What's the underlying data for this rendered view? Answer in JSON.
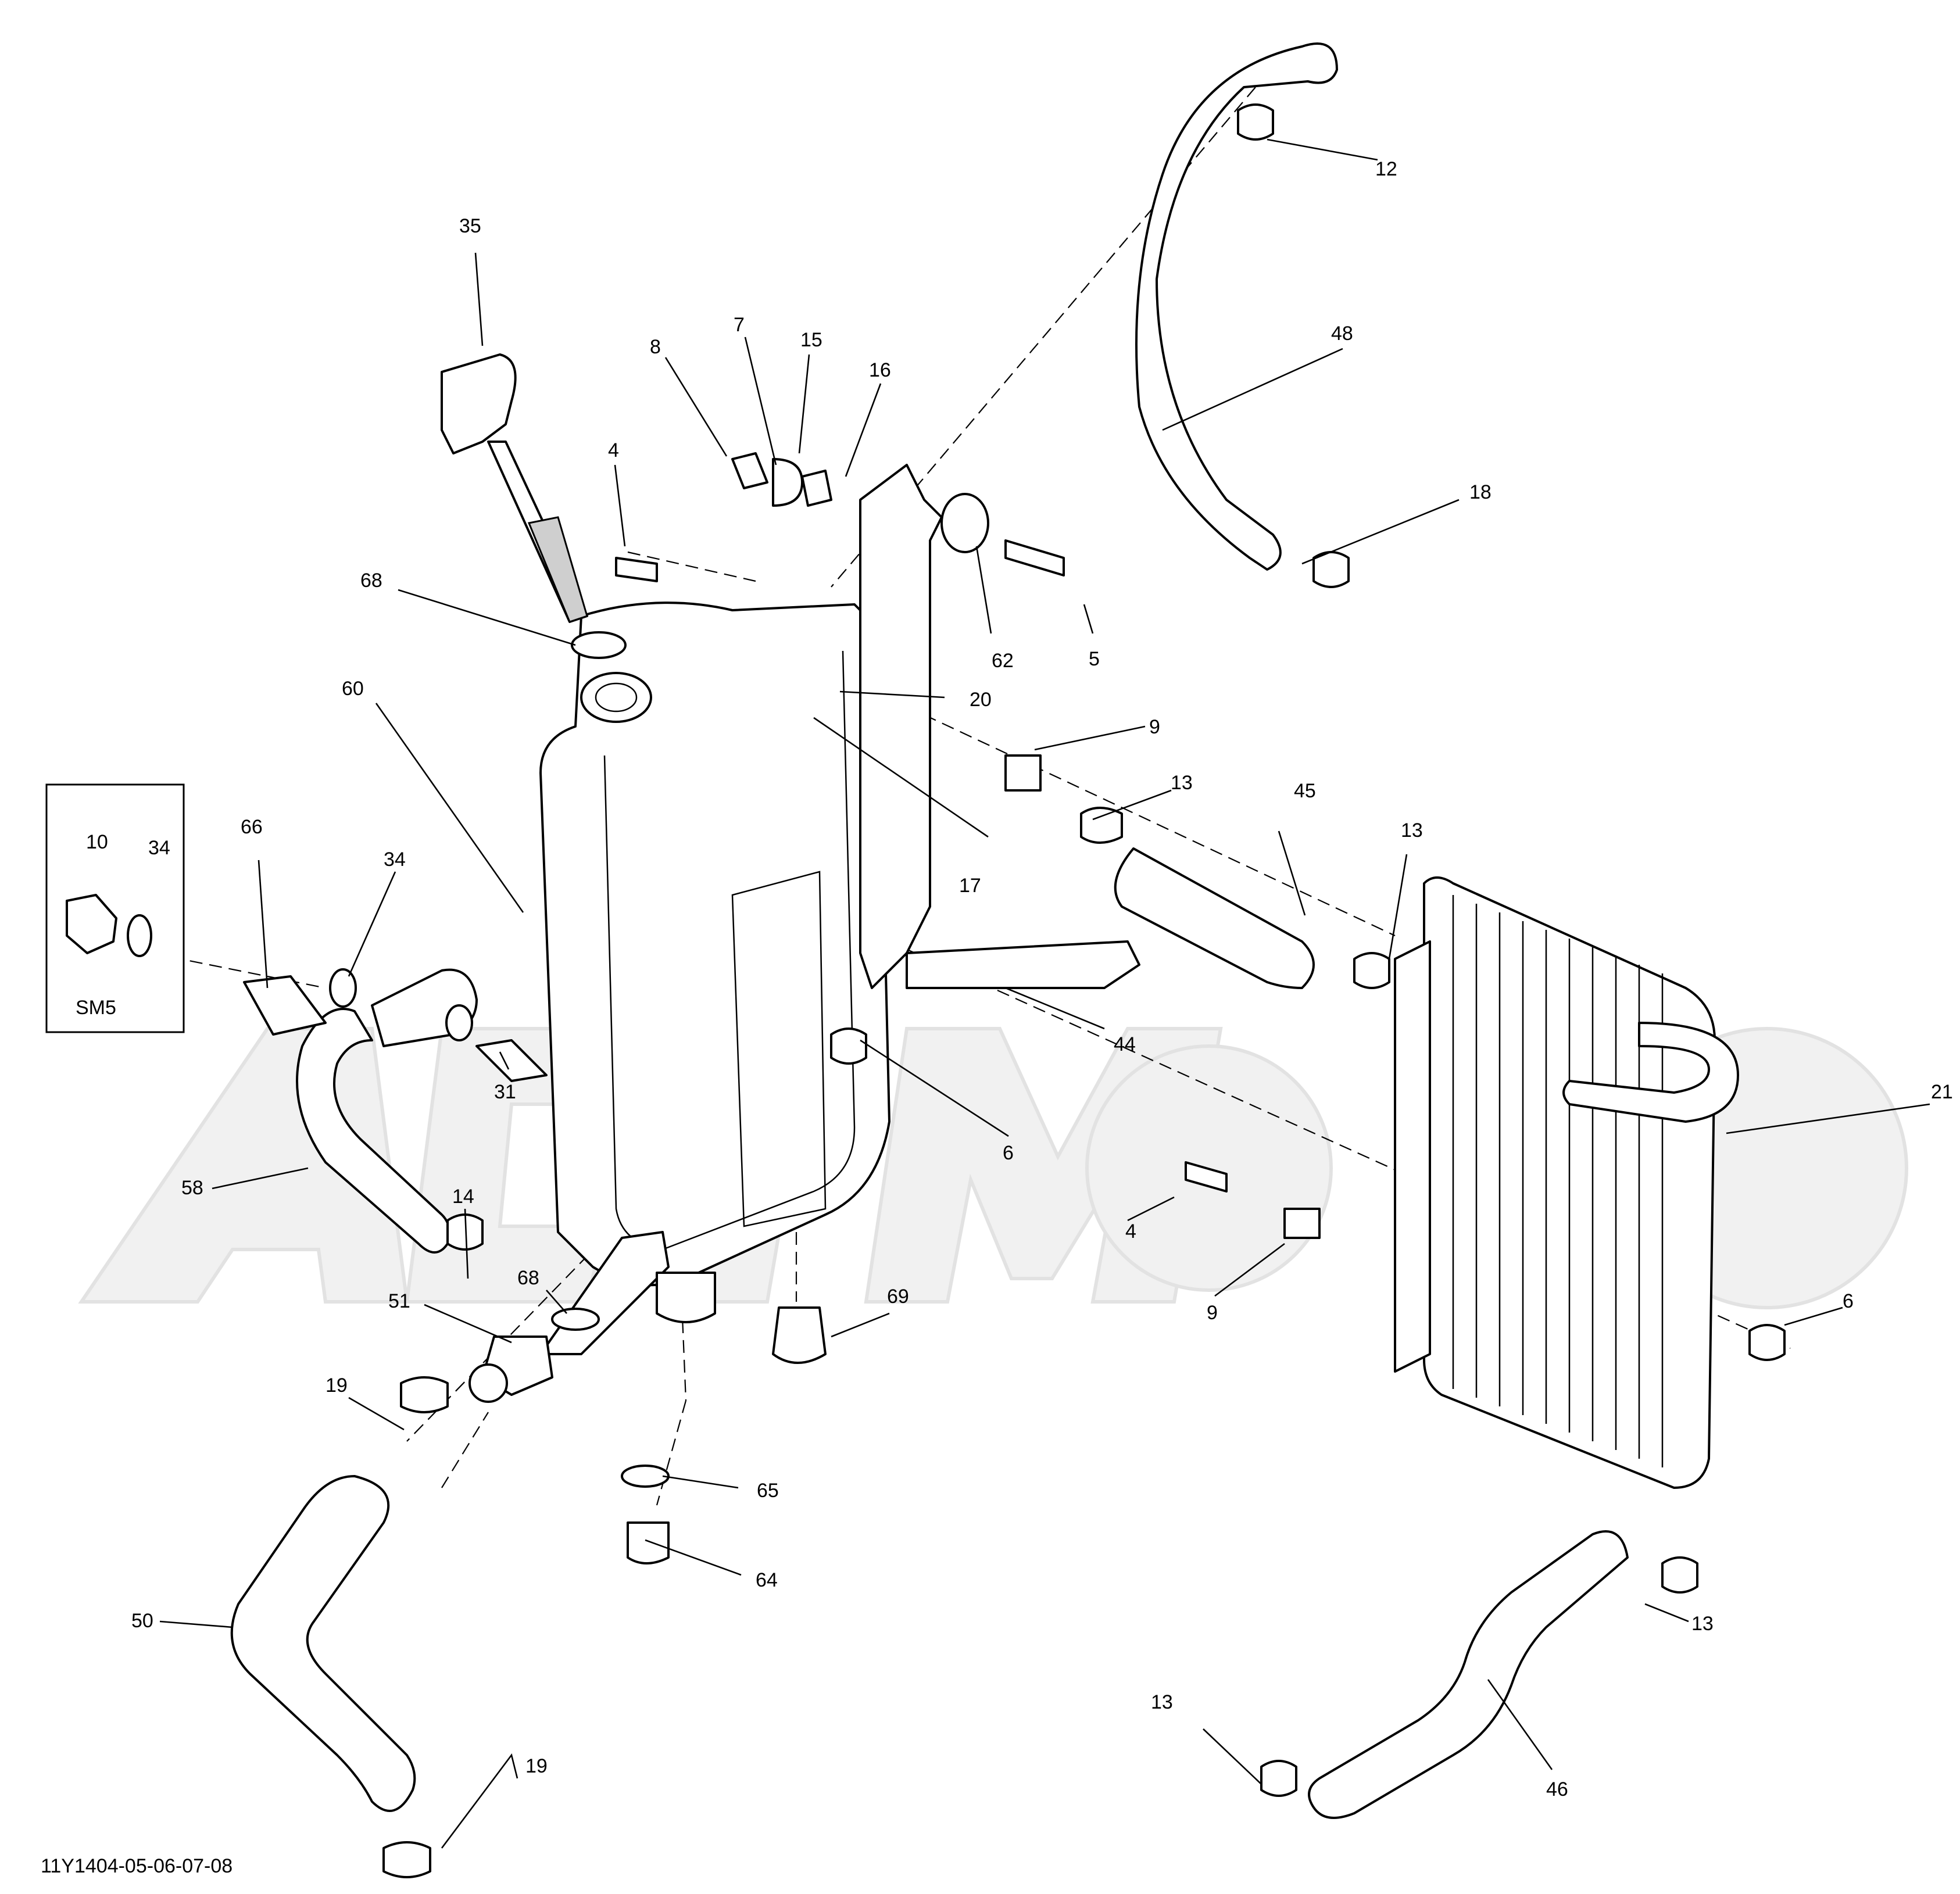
{
  "diagram_code": "11Y1404-05-06-07-08",
  "inset_label": "SM5",
  "callouts": [
    {
      "id": "c12",
      "text": "12"
    },
    {
      "id": "c35",
      "text": "35"
    },
    {
      "id": "c48",
      "text": "48"
    },
    {
      "id": "c7",
      "text": "7"
    },
    {
      "id": "c15",
      "text": "15"
    },
    {
      "id": "c8",
      "text": "8"
    },
    {
      "id": "c16",
      "text": "16"
    },
    {
      "id": "c18",
      "text": "18"
    },
    {
      "id": "c4a",
      "text": "4"
    },
    {
      "id": "c68a",
      "text": "68"
    },
    {
      "id": "c62",
      "text": "62"
    },
    {
      "id": "c5",
      "text": "5"
    },
    {
      "id": "c60",
      "text": "60"
    },
    {
      "id": "c20",
      "text": "20"
    },
    {
      "id": "c9a",
      "text": "9"
    },
    {
      "id": "c13a",
      "text": "13"
    },
    {
      "id": "c45",
      "text": "45"
    },
    {
      "id": "c10",
      "text": "10"
    },
    {
      "id": "c34a",
      "text": "34"
    },
    {
      "id": "c66",
      "text": "66"
    },
    {
      "id": "c34b",
      "text": "34"
    },
    {
      "id": "c13b",
      "text": "13"
    },
    {
      "id": "c17",
      "text": "17"
    },
    {
      "id": "c44",
      "text": "44"
    },
    {
      "id": "c31",
      "text": "31"
    },
    {
      "id": "c6a",
      "text": "6"
    },
    {
      "id": "c21",
      "text": "21"
    },
    {
      "id": "c58",
      "text": "58"
    },
    {
      "id": "c14",
      "text": "14"
    },
    {
      "id": "c4b",
      "text": "4"
    },
    {
      "id": "c68b",
      "text": "68"
    },
    {
      "id": "c69",
      "text": "69"
    },
    {
      "id": "c9b",
      "text": "9"
    },
    {
      "id": "c51",
      "text": "51"
    },
    {
      "id": "c6b",
      "text": "6"
    },
    {
      "id": "c19a",
      "text": "19"
    },
    {
      "id": "c65",
      "text": "65"
    },
    {
      "id": "c64",
      "text": "64"
    },
    {
      "id": "c13c",
      "text": "13"
    },
    {
      "id": "c50",
      "text": "50"
    },
    {
      "id": "c13d",
      "text": "13"
    },
    {
      "id": "c19b",
      "text": "19"
    },
    {
      "id": "c46",
      "text": "46"
    }
  ]
}
